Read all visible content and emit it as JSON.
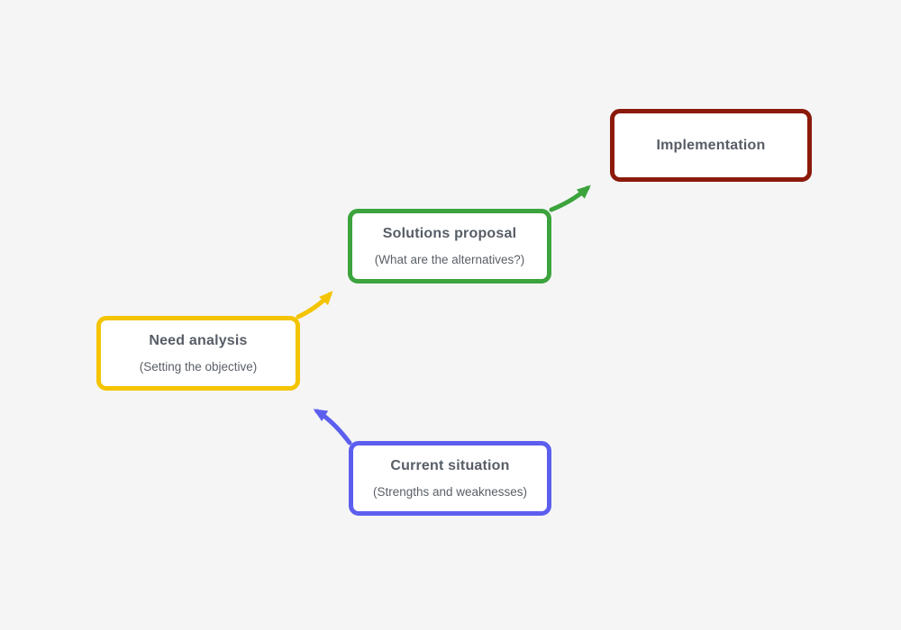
{
  "palette": {
    "background": "#f5f5f6",
    "box_fill": "#ffffff",
    "title_color": "#575d66",
    "subtitle_color": "#5a5f66"
  },
  "boxes": [
    {
      "name": "implementation",
      "title": "Implementation",
      "subtitle": "",
      "border_color": "#8b1a0b"
    },
    {
      "name": "solutions-proposal",
      "title": "Solutions proposal",
      "subtitle": "(What are the alternatives?)",
      "border_color": "#3ca33d"
    },
    {
      "name": "need-analysis",
      "title": "Need analysis",
      "subtitle": "(Setting the objective)",
      "border_color": "#f4c400"
    },
    {
      "name": "current-situation",
      "title": "Current situation",
      "subtitle": "(Strengths and weaknesses)",
      "border_color": "#5c5fee"
    }
  ],
  "arrows": [
    {
      "name": "arrow-current-to-need",
      "from": "current-situation",
      "to": "need-analysis",
      "color": "#5c5fee"
    },
    {
      "name": "arrow-need-to-solutions",
      "from": "need-analysis",
      "to": "solutions-proposal",
      "color": "#f4c400"
    },
    {
      "name": "arrow-solutions-to-implementation",
      "from": "solutions-proposal",
      "to": "implementation",
      "color": "#3ca33d"
    }
  ]
}
